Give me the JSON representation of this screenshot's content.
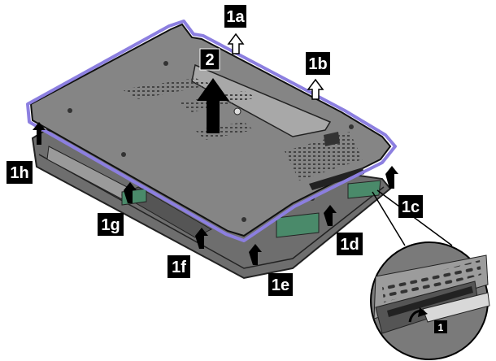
{
  "callouts": {
    "step_1a": "1a",
    "step_1b": "1b",
    "step_1c": "1c",
    "step_1d": "1d",
    "step_1e": "1e",
    "step_1f": "1f",
    "step_1g": "1g",
    "step_1h": "1h",
    "step_2": "2",
    "inset_step": "1"
  },
  "colors": {
    "highlight_outline": "#8c7fe0",
    "label_background": "#000000",
    "label_text": "#ffffff"
  }
}
